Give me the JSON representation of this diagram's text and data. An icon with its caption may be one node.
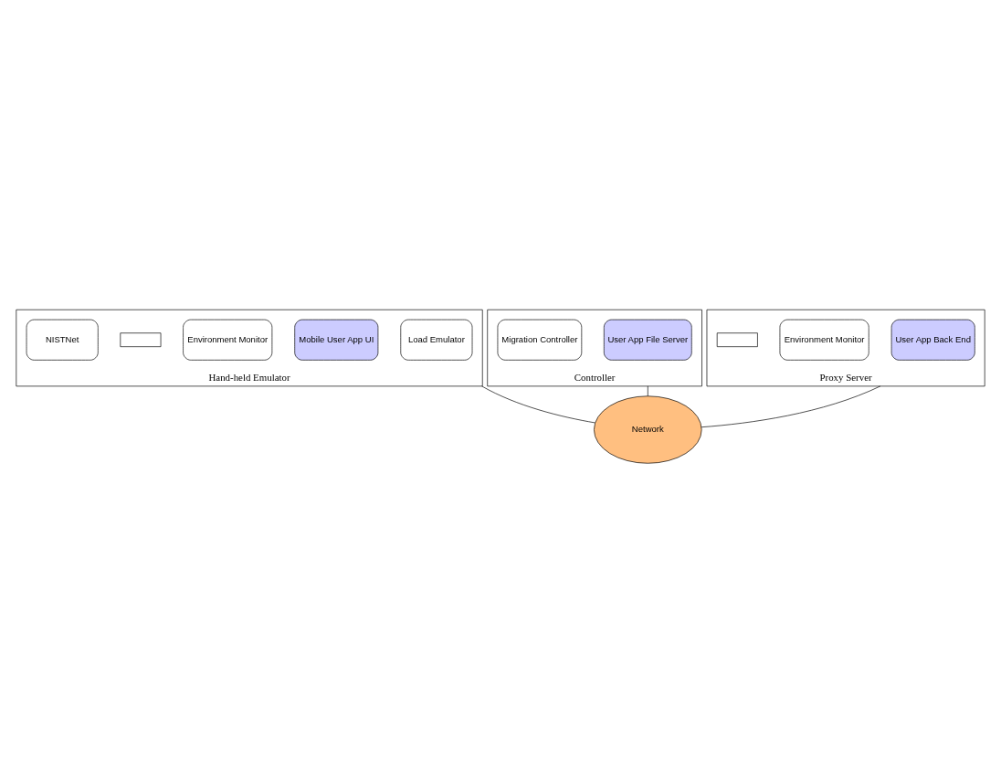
{
  "diagram": {
    "nodes": [
      {
        "text": [
          "Hand-held Emulator"
        ]
      },
      {
        "text": [
          "Load Emulator"
        ],
        "in": 0
      },
      {
        "text": [
          "Mobile User App UI"
        ],
        "in": 0
      },
      {
        "text": [
          "Environment Monitor"
        ],
        "in": 0
      },
      {
        "text": [],
        "shape": "box",
        "in": 0
      },
      {
        "text": [
          "NISTNet"
        ],
        "in": 0
      },
      {
        "text": [
          "Controller"
        ]
      },
      {
        "text": [
          "User App File Server"
        ],
        "in": 6
      },
      {
        "text": [
          "Migration Controller"
        ],
        "in": 6
      },
      {
        "text": [
          "Network"
        ]
      },
      {
        "text": [
          "Proxy Server"
        ]
      },
      {
        "text": [
          "User App Back End"
        ],
        "in": 10
      },
      {
        "text": [
          "Environment Monitor"
        ],
        "in": 10
      },
      {
        "text": [],
        "shape": "box",
        "in": 10
      }
    ],
    "edges": [
      {
        "from": 0,
        "to": 9,
        "arrow": "none"
      },
      {
        "from": 6,
        "to": 9,
        "arrow": "none"
      },
      {
        "from": 10,
        "to": 9,
        "arrow": "none"
      }
    ]
  }
}
